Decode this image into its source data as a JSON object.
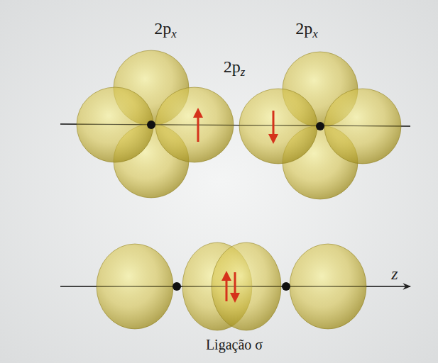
{
  "diagram": {
    "labels": [
      "2px",
      "2pz",
      "2px",
      "z",
      "Ligação σ"
    ]
  }
}
